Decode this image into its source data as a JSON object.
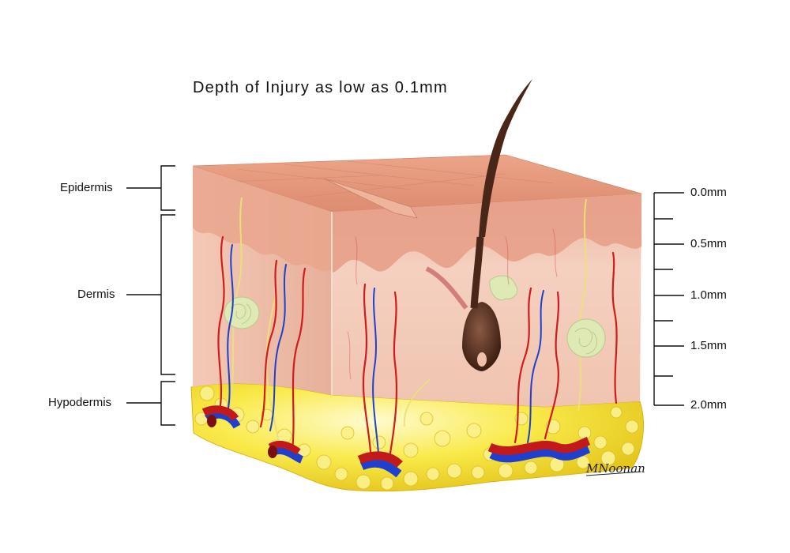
{
  "title": "Depth of Injury as low as 0.1mm",
  "layers": [
    {
      "name": "Epidermis"
    },
    {
      "name": "Dermis"
    },
    {
      "name": "Hypodermis"
    }
  ],
  "depth_scale": [
    "0.0mm",
    "0.5mm",
    "1.0mm",
    "1.5mm",
    "2.0mm"
  ],
  "signature": "MNoonan",
  "colors": {
    "skin_top": "#e49a80",
    "skin_front": "#f2c7b5",
    "skin_side": "#efbda9",
    "epidermis_band": "#e8a58c",
    "fat": "#f7e43a",
    "artery": "#d01c1c",
    "vein": "#1f3fcf",
    "nerve": "#efe56a",
    "hair": "#4a2618",
    "gland": "#d8e6b0"
  },
  "icons": [
    "skin-block-illustration",
    "hair-follicle-icon",
    "blood-vessel-icon",
    "sweat-gland-icon",
    "fat-globule-icon"
  ]
}
